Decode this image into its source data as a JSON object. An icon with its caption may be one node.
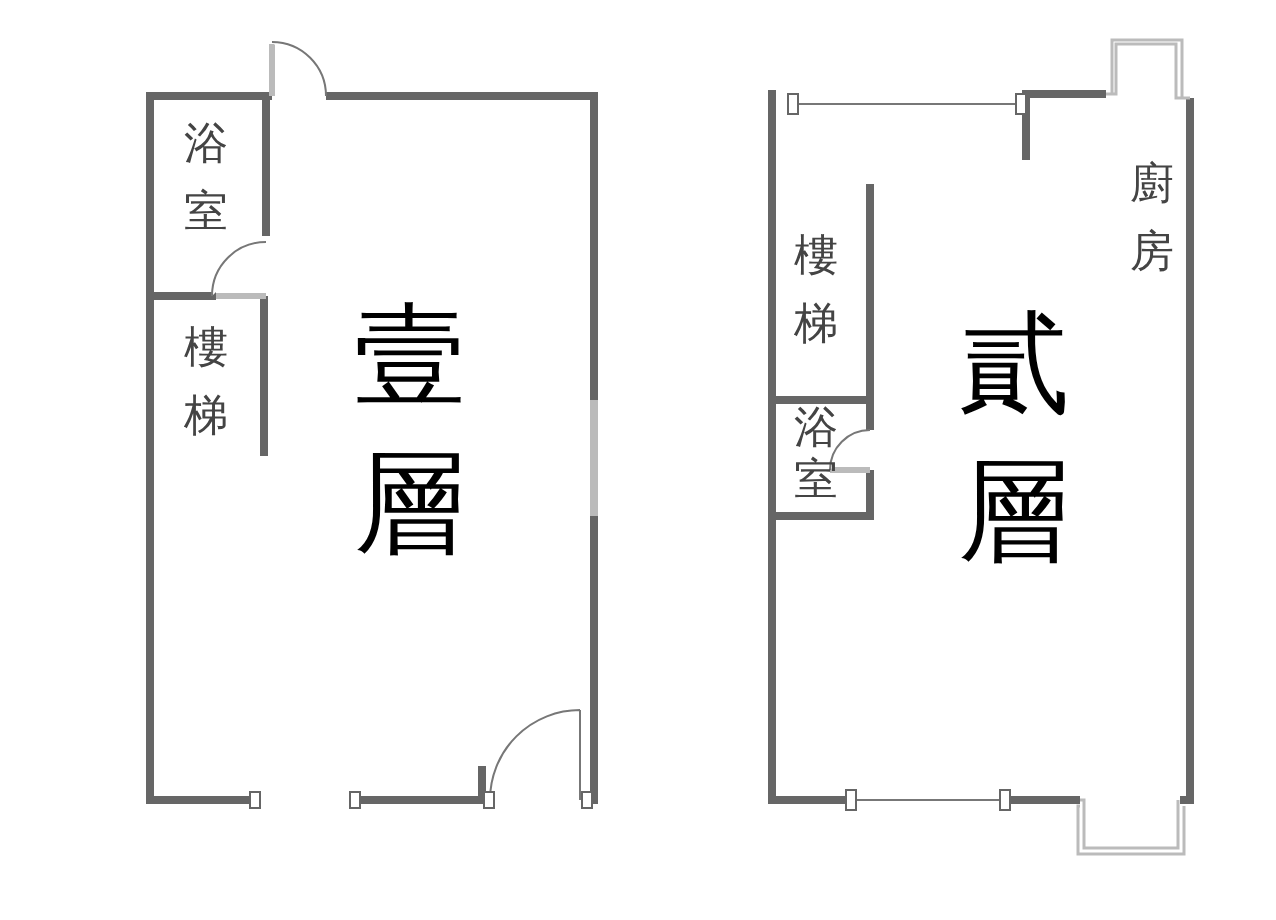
{
  "diagram": {
    "nodes": [
      {
        "text": [
          "壹層"
        ]
      },
      {
        "text": [
          "浴室"
        ],
        "in": 0
      },
      {
        "text": [
          "樓梯"
        ],
        "in": 0
      },
      {
        "text": [
          "貳層"
        ]
      },
      {
        "text": [
          "廚房"
        ],
        "in": 3
      },
      {
        "text": [
          "樓梯"
        ],
        "in": 3
      },
      {
        "text": [
          "浴室"
        ],
        "in": 3
      }
    ]
  }
}
